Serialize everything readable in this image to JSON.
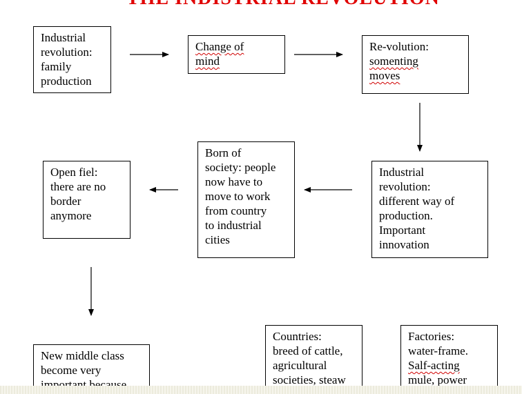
{
  "title": "THE INDISTRIAL REVOLUTION",
  "boxes": {
    "b1": [
      "Industrial",
      "revolution:",
      "family",
      "production"
    ],
    "b2": [
      "Change of",
      "mind"
    ],
    "b3": [
      "Re-volution:",
      "somenting",
      "moves"
    ],
    "b4": [
      "Industrial",
      "revolution:",
      "different way of",
      "production.",
      "Important",
      "innovation"
    ],
    "b5": [
      "Born of",
      "society: people",
      "now have to",
      "move to work",
      "from country",
      "to industrial",
      "cities"
    ],
    "b6": [
      "Open fiel:",
      "there are no",
      "border",
      "anymore"
    ],
    "b7": [
      "New middle class",
      "become very",
      "important because"
    ],
    "b8": [
      "Countries:",
      "breed of cattle,",
      "agricultural",
      "societies, steaw"
    ],
    "b9": [
      "Factories:",
      "water-frame.",
      "Salf-acting",
      "mule, power"
    ]
  },
  "colors": {
    "title": "#e00000",
    "spellcheck": "#d00000"
  }
}
